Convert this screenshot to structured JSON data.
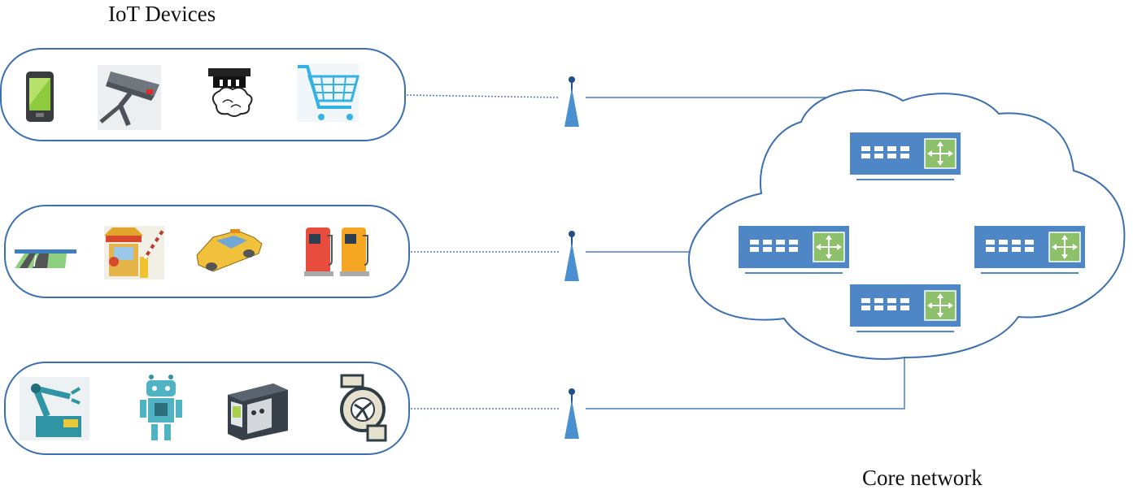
{
  "title": "IoT Devices",
  "core_label": "Core network",
  "colors": {
    "outline": "#3b6fb0",
    "link": "#4a7fc1",
    "router_body": "#4f86c6",
    "router_port": "#ffffff",
    "router_arrow_box": "#8dc06b"
  },
  "device_groups": [
    {
      "name": "group-personal",
      "icons": [
        "smartphone-icon",
        "surveillance-camera-icon",
        "smoke-detector-icon",
        "shopping-cart-icon"
      ]
    },
    {
      "name": "group-transport",
      "icons": [
        "toll-gate-road-icon",
        "parking-booth-icon",
        "taxi-icon",
        "fuel-pump-icon"
      ]
    },
    {
      "name": "group-industrial",
      "icons": [
        "robotic-arm-icon",
        "robot-icon",
        "control-box-icon",
        "turbine-pump-icon"
      ]
    }
  ],
  "routers": [
    "router-top",
    "router-left",
    "router-right",
    "router-bottom"
  ]
}
